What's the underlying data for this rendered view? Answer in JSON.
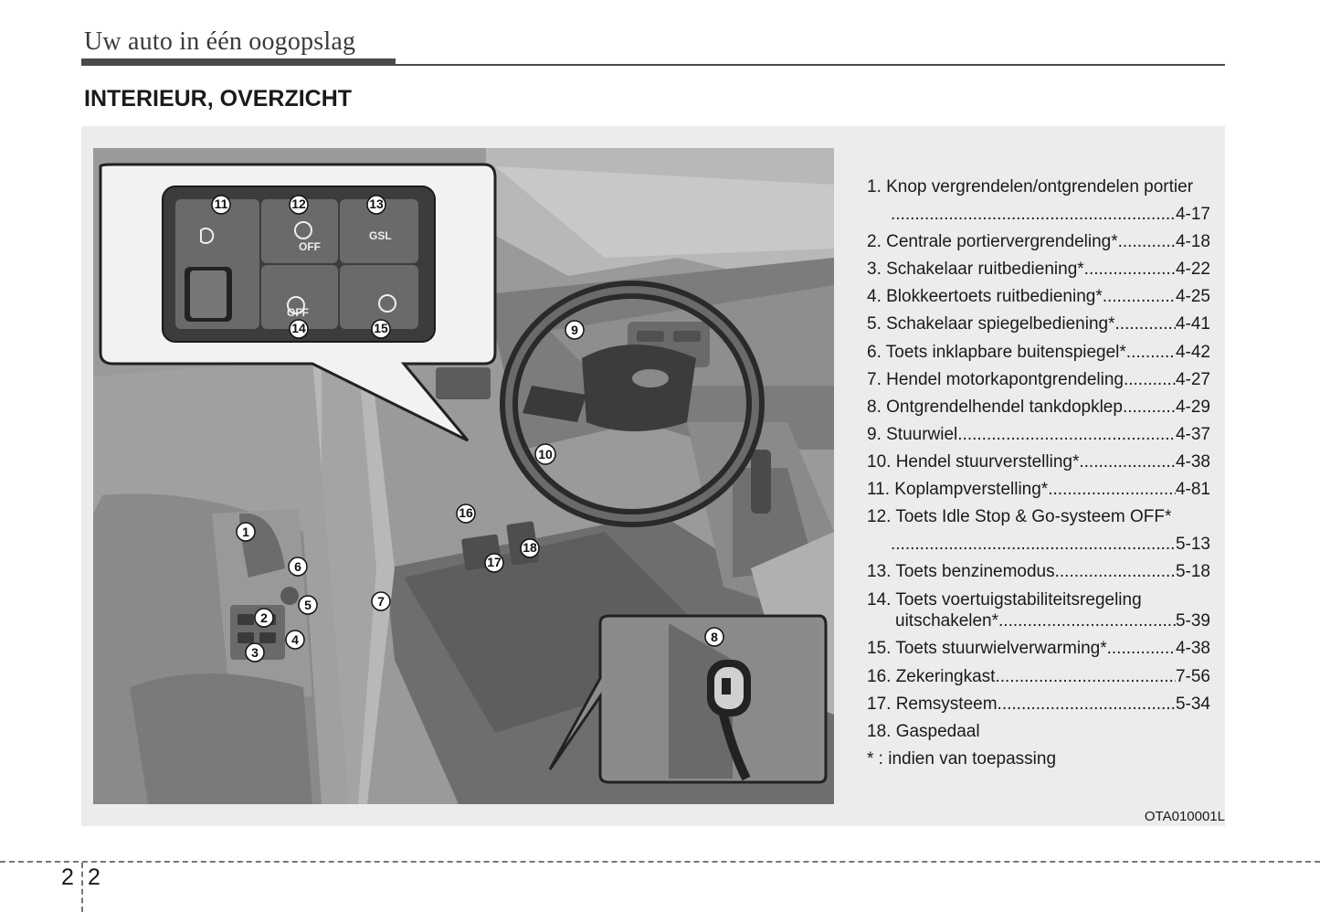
{
  "header": {
    "chapter_title": "Uw auto in één oogopslag",
    "section_title": "INTERIEUR, OVERZICHT"
  },
  "illustration": {
    "callouts": [
      "1",
      "2",
      "3",
      "4",
      "5",
      "6",
      "7",
      "8",
      "9",
      "10",
      "11",
      "12",
      "13",
      "14",
      "15",
      "16",
      "17",
      "18"
    ],
    "buttons": {
      "off_a": "OFF",
      "gsl": "GSL",
      "off_esc": "OFF"
    },
    "figure_code": "OTA010001L"
  },
  "legend": {
    "items": [
      {
        "label": "1. Knop vergrendelen/ontgrendelen portier",
        "page": "4-17"
      },
      {
        "label": "2. Centrale portiervergrendeling*",
        "page": "4-18"
      },
      {
        "label": "3. Schakelaar ruitbediening*",
        "page": "4-22"
      },
      {
        "label": "4. Blokkeertoets ruitbediening*",
        "page": "4-25"
      },
      {
        "label": "5. Schakelaar spiegelbediening*",
        "page": "4-41"
      },
      {
        "label": "6. Toets inklapbare buitenspiegel*",
        "page": "4-42"
      },
      {
        "label": "7. Hendel motorkapontgrendeling",
        "page": "4-27"
      },
      {
        "label": "8. Ontgrendelhendel tankdopklep",
        "page": "4-29"
      },
      {
        "label": "9. Stuurwiel",
        "page": "4-37"
      },
      {
        "label": "10. Hendel stuurverstelling*",
        "page": "4-38"
      },
      {
        "label": "11. Koplampverstelling*",
        "page": "4-81"
      },
      {
        "label": "12. Toets Idle Stop & Go-systeem OFF*",
        "page": "5-13"
      },
      {
        "label": "13. Toets benzinemodus",
        "page": "5-18"
      },
      {
        "label": "14. Toets voertuigstabiliteitsregeling",
        "label2": "uitschakelen*",
        "page": "5-39"
      },
      {
        "label": "15. Toets stuurwielverwarming*",
        "page": "4-38"
      },
      {
        "label": "16. Zekeringkast",
        "page": "7-56"
      },
      {
        "label": "17. Remsysteem",
        "page": "5-34"
      },
      {
        "label": "18. Gaspedaal"
      }
    ],
    "footnote": "* : indien van toepassing"
  },
  "footer": {
    "page_left": "2",
    "page_right": "2"
  }
}
